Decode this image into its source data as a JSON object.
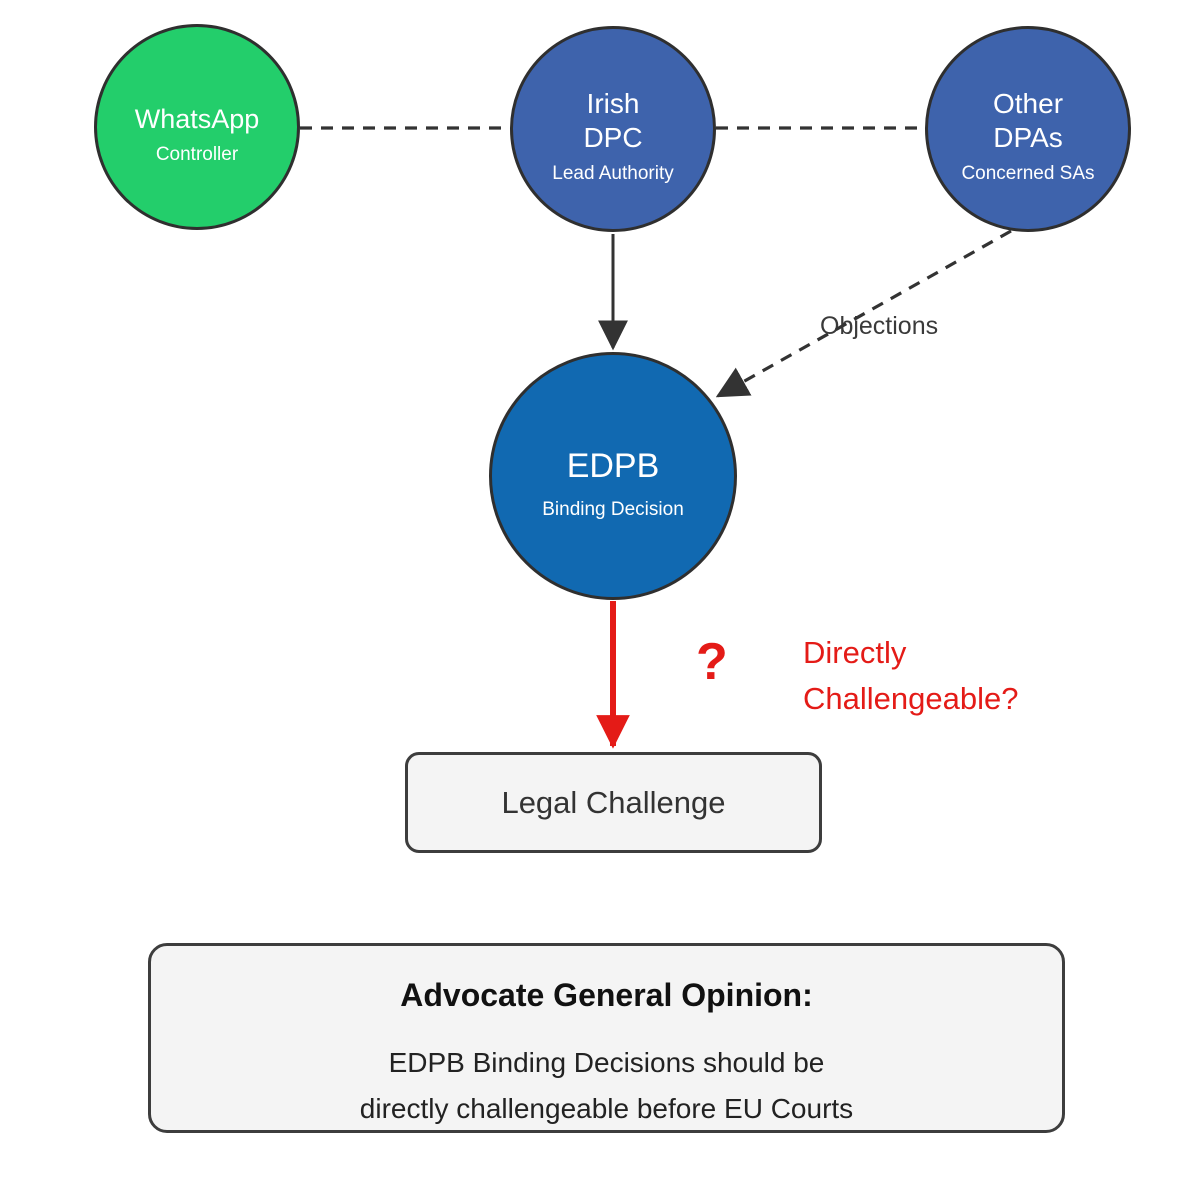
{
  "nodes": {
    "whatsapp": {
      "title": "WhatsApp",
      "subtitle": "Controller"
    },
    "irish_dpc": {
      "line1": "Irish",
      "line2": "DPC",
      "subtitle": "Lead Authority"
    },
    "other_dpas": {
      "line1": "Other",
      "line2": "DPAs",
      "subtitle": "Concerned SAs"
    },
    "edpb": {
      "title": "EDPB",
      "subtitle": "Binding Decision"
    },
    "legal_challenge": {
      "label": "Legal Challenge"
    }
  },
  "labels": {
    "objections": "Objections",
    "question_mark": "?",
    "directly_line1": "Directly",
    "directly_line2": "Challengeable?"
  },
  "opinion_box": {
    "heading": "Advocate General Opinion:",
    "body_line1": "EDPB Binding Decisions should be",
    "body_line2": "directly challengeable before EU Courts"
  },
  "colors": {
    "whatsapp_green": "#23CE6B",
    "dpa_blue": "#3E63AC",
    "edpb_blue": "#1169B1",
    "alert_red": "#E41B17",
    "line_dark": "#333333",
    "box_fill": "#F4F4F4",
    "box_border": "#3D3D3D"
  }
}
